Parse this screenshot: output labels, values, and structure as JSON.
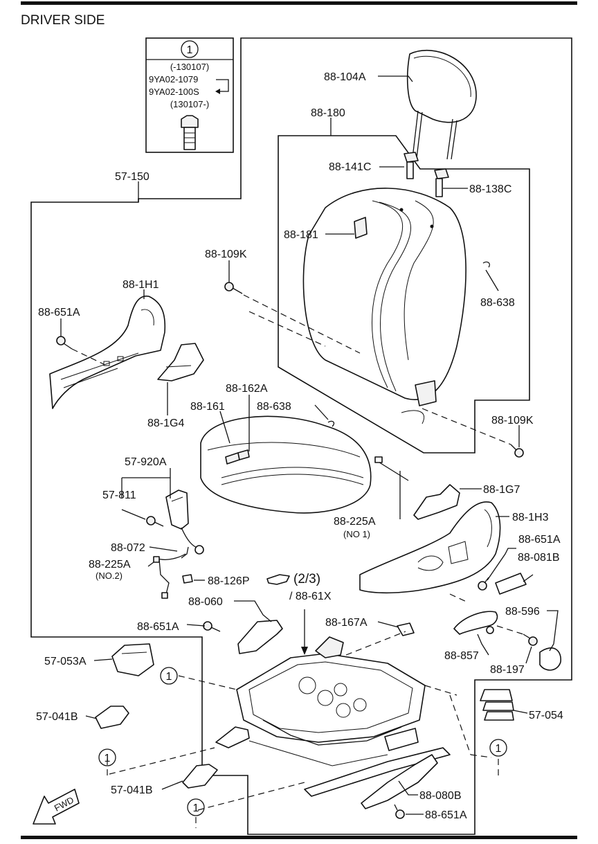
{
  "header": {
    "title": "DRIVER SIDE"
  },
  "inset": {
    "ref_number": "1",
    "lines": [
      "(-130107)",
      "9YA02-1079",
      "9YA02-100S",
      "(130107-)"
    ]
  },
  "callouts": {
    "ref_1": "1",
    "ref_1_arrow": "(2/3)"
  },
  "labels": {
    "p57_150": "57-150",
    "p88_104A": "88-104A",
    "p88_180": "88-180",
    "p88_141C": "88-141C",
    "p88_138C": "88-138C",
    "p88_181": "88-181",
    "p88_109K_top": "88-109K",
    "p88_638_right": "88-638",
    "p88_1H1": "88-1H1",
    "p88_651A_left": "88-651A",
    "p88_1G4": "88-1G4",
    "p88_162A": "88-162A",
    "p88_161": "88-161",
    "p88_638_mid": "88-638",
    "p88_109K_right": "88-109K",
    "p57_920A": "57-920A",
    "p57_811": "57-811",
    "p88_1G7": "88-1G7",
    "p88_1H3": "88-1H3",
    "p88_225A_1": "88-225A",
    "p88_225A_1_note": "(NO 1)",
    "p88_651A_right": "88-651A",
    "p88_081B": "88-081B",
    "p88_072": "88-072",
    "p88_225A_2": "88-225A",
    "p88_225A_2_note": "(NO.2)",
    "p88_126P": "88-126P",
    "p88_61X": "/ 88-61X",
    "p88_060": "88-060",
    "p88_167A": "88-167A",
    "p88_596": "88-596",
    "p88_651A_mid": "88-651A",
    "p88_857": "88-857",
    "p88_197": "88-197",
    "p57_053A": "57-053A",
    "p57_054": "57-054",
    "p57_041B_top": "57-041B",
    "p57_041B_bot": "57-041B",
    "p88_080B": "88-080B",
    "p88_651A_bot": "88-651A"
  },
  "fwd": {
    "text": "FWD"
  }
}
